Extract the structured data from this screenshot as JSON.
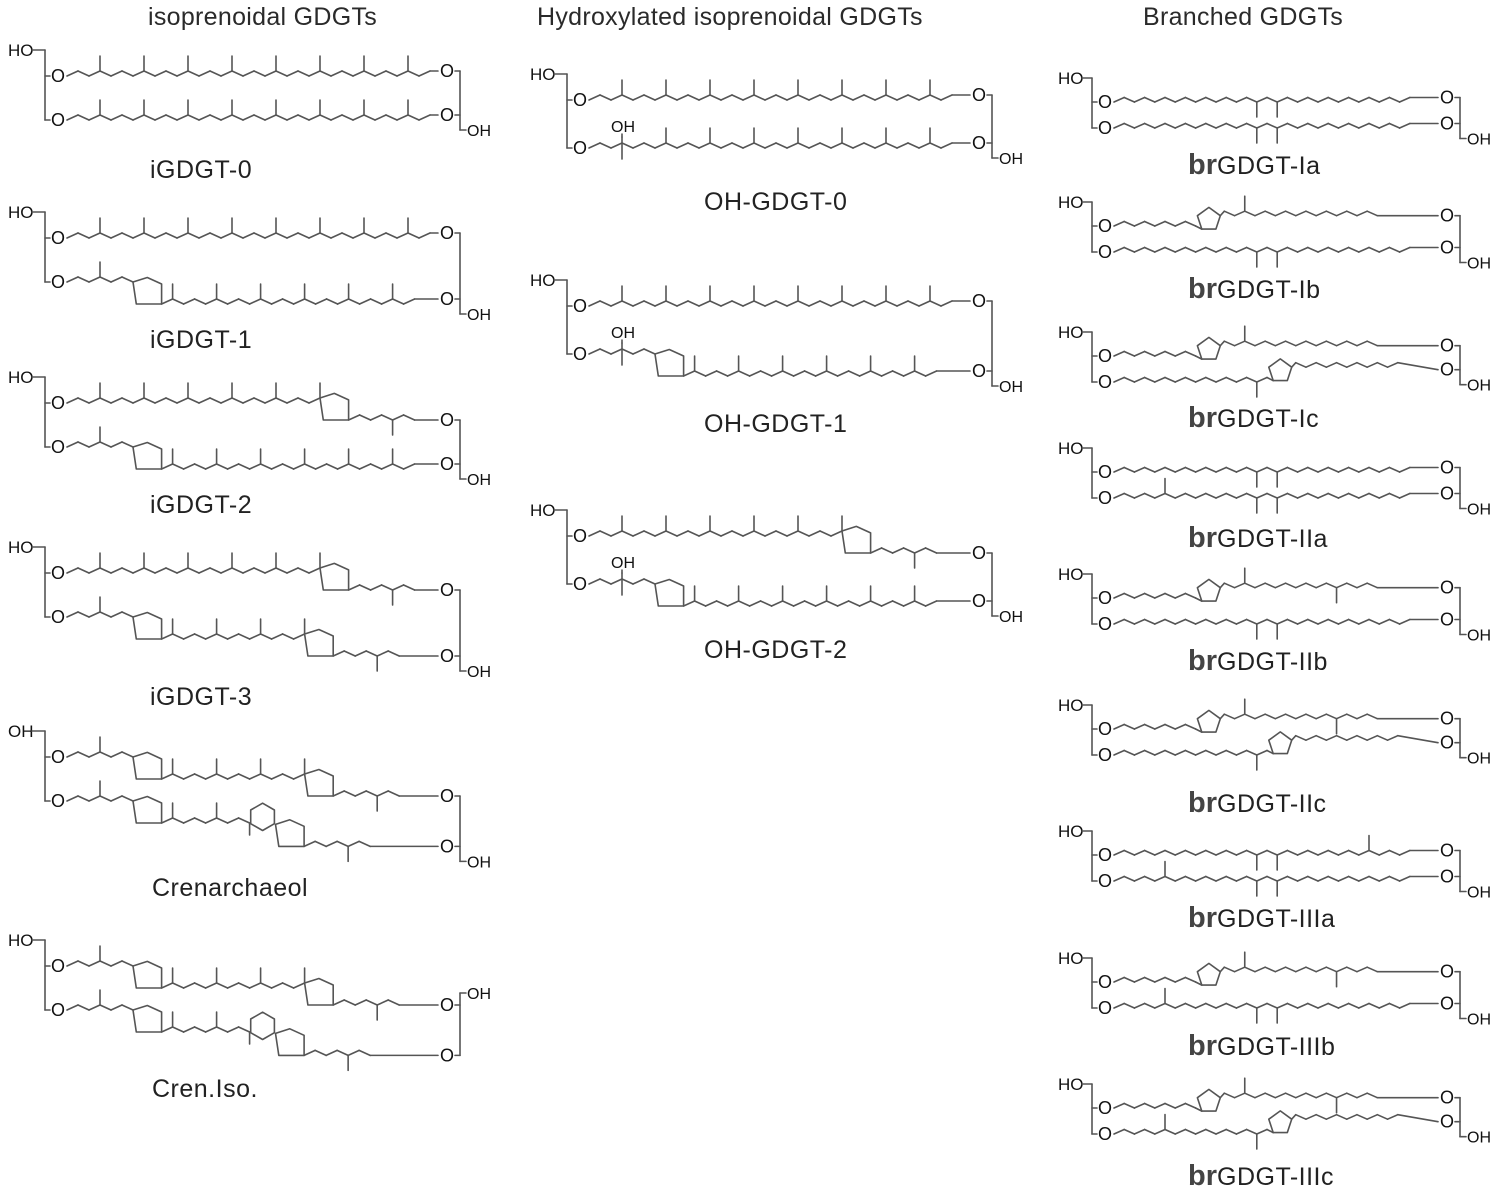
{
  "figure": {
    "line_color": "#555555",
    "text_color": "#222222",
    "columns": [
      {
        "title": "isoprenoidal GDGTs",
        "molecules": [
          {
            "name": "iGDGT-0",
            "head": "HO",
            "tail": "OH",
            "top": [
              "z2",
              "md",
              "z3",
              "md",
              "z3",
              "md",
              "z3",
              "md",
              "z3",
              "mu",
              "z3",
              "mu",
              "z3",
              "mu",
              "z3",
              "mu",
              "z2"
            ],
            "bottom": [
              "z2",
              "md",
              "z3",
              "md",
              "z3",
              "md",
              "z3",
              "md",
              "z3",
              "mu",
              "z3",
              "mu",
              "z3",
              "mu",
              "z3",
              "mu",
              "z2"
            ]
          },
          {
            "name": "iGDGT-1",
            "head": "HO",
            "tail": "OH",
            "top": [
              "z2",
              "md",
              "z3",
              "md",
              "z3",
              "md",
              "z3",
              "md",
              "z3",
              "mu",
              "z3",
              "mu",
              "z3",
              "mu",
              "z3",
              "mu",
              "z2"
            ],
            "bottom": [
              "z2",
              "md",
              "z3",
              "ring5",
              "md",
              "z3",
              "md",
              "z3",
              "mu",
              "z3",
              "mu",
              "z3",
              "mu",
              "z3",
              "mu",
              "z2"
            ]
          },
          {
            "name": "iGDGT-2",
            "head": "HO",
            "tail": "OH",
            "top": [
              "z2",
              "md",
              "z3",
              "md",
              "z3",
              "md",
              "z3",
              "md",
              "z3",
              "mu",
              "z3",
              "mu",
              "ring5",
              "z3",
              "mu",
              "z2"
            ],
            "bottom": [
              "z2",
              "md",
              "z3",
              "ring5",
              "md",
              "z3",
              "md",
              "z3",
              "mu",
              "z3",
              "mu",
              "z3",
              "mu",
              "z3",
              "mu",
              "z2"
            ]
          },
          {
            "name": "iGDGT-3",
            "head": "HO",
            "tail": "OH",
            "top": [
              "z2",
              "md",
              "z3",
              "md",
              "z3",
              "md",
              "z3",
              "md",
              "z3",
              "mu",
              "z3",
              "mu",
              "ring5",
              "z3",
              "mu",
              "z2"
            ],
            "bottom": [
              "z2",
              "md",
              "z3",
              "ring5",
              "md",
              "z3",
              "md",
              "z3",
              "mu",
              "z3",
              "mu",
              "ring5",
              "z3",
              "mu",
              "z2"
            ]
          },
          {
            "name": "Crenarchaeol",
            "head": "OH",
            "tail": "OH",
            "top": [
              "z2",
              "md",
              "z3",
              "ring5",
              "md",
              "z3",
              "md",
              "z3",
              "mu",
              "z3",
              "mu",
              "ring5",
              "z3",
              "mu",
              "z2"
            ],
            "bottom": [
              "z2",
              "md",
              "z3",
              "ring5",
              "md",
              "z3",
              "md",
              "z3",
              "ring6",
              "ring5",
              "z3",
              "mu",
              "z2"
            ]
          },
          {
            "name": "Cren.Iso.",
            "head": "HO",
            "tail": "OH",
            "tail_top": true,
            "top": [
              "z2",
              "md",
              "z3",
              "ring5",
              "md",
              "z3",
              "md",
              "z3",
              "mu",
              "z3",
              "mu",
              "ring5",
              "z3",
              "mu",
              "z2"
            ],
            "bottom": [
              "z2",
              "md",
              "z3",
              "ring5",
              "md",
              "z3",
              "md",
              "z3",
              "ring6",
              "ring5",
              "z3",
              "mu",
              "z2"
            ]
          }
        ]
      },
      {
        "title": "Hydroxylated isoprenoidal GDGTs",
        "molecules": [
          {
            "name": "OH-GDGT-0",
            "head": "HO",
            "tail": "OH",
            "hydroxyl": "OH",
            "top": [
              "z2",
              "md",
              "z3",
              "md",
              "z3",
              "md",
              "z3",
              "md",
              "z3",
              "mu",
              "z3",
              "mu",
              "z3",
              "mu",
              "z3",
              "mu",
              "z2"
            ],
            "bottom": [
              "z2",
              "oh",
              "z3",
              "md",
              "z3",
              "md",
              "z3",
              "md",
              "z3",
              "mu",
              "z3",
              "mu",
              "z3",
              "mu",
              "z3",
              "mu",
              "z2"
            ]
          },
          {
            "name": "OH-GDGT-1",
            "head": "HO",
            "tail": "OH",
            "hydroxyl": "OH",
            "top": [
              "z2",
              "md",
              "z3",
              "md",
              "z3",
              "md",
              "z3",
              "md",
              "z3",
              "mu",
              "z3",
              "mu",
              "z3",
              "mu",
              "z3",
              "mu",
              "z2"
            ],
            "bottom": [
              "z2",
              "oh",
              "z3",
              "ring5",
              "md",
              "z3",
              "md",
              "z3",
              "mu",
              "z3",
              "mu",
              "z3",
              "mu",
              "z3",
              "mu",
              "z2"
            ]
          },
          {
            "name": "OH-GDGT-2",
            "head": "HO",
            "tail": "OH",
            "hydroxyl": "OH",
            "top": [
              "z2",
              "md",
              "z3",
              "md",
              "z3",
              "md",
              "z3",
              "md",
              "z3",
              "mu",
              "z3",
              "mu",
              "ring5",
              "z3",
              "mu",
              "z2"
            ],
            "bottom": [
              "z2",
              "oh",
              "z3",
              "ring5",
              "md",
              "z3",
              "md",
              "z3",
              "mu",
              "z3",
              "mu",
              "z3",
              "mu",
              "z3",
              "mu",
              "z2"
            ]
          }
        ]
      },
      {
        "title": "Branched GDGTs",
        "prefix": "br",
        "molecules": [
          {
            "name": "GDGT-Ia",
            "head": "HO",
            "tail": "OH",
            "top": [
              "z13",
              "md",
              "z1",
              "mu",
              "z13"
            ],
            "bottom": [
              "z13",
              "md",
              "z1",
              "mu",
              "z13"
            ]
          },
          {
            "name": "GDGT-Ib",
            "head": "HO",
            "tail": "OH",
            "top": [
              "z8",
              "ring5u",
              "z1",
              "mu",
              "z13"
            ],
            "bottom": [
              "z13",
              "md",
              "z1",
              "mu",
              "z13"
            ]
          },
          {
            "name": "GDGT-Ic",
            "head": "HO",
            "tail": "OH",
            "top": [
              "z8",
              "ring5u",
              "z1",
              "mu",
              "z13"
            ],
            "bottom": [
              "z13",
              "md",
              "z1",
              "ring5u",
              "z10"
            ]
          },
          {
            "name": "GDGT-IIa",
            "head": "HO",
            "tail": "OH",
            "top": [
              "z13",
              "md",
              "z1",
              "mu",
              "z13"
            ],
            "bottom": [
              "z4",
              "md",
              "z8",
              "md",
              "z1",
              "mu",
              "z13"
            ]
          },
          {
            "name": "GDGT-IIb",
            "head": "HO",
            "tail": "OH",
            "top": [
              "z8",
              "ring5u",
              "z1",
              "mu",
              "z8",
              "mu",
              "z4"
            ],
            "bottom": [
              "z13",
              "md",
              "z1",
              "mu",
              "z13"
            ]
          },
          {
            "name": "GDGT-IIc",
            "head": "HO",
            "tail": "OH",
            "top": [
              "z8",
              "ring5u",
              "z1",
              "mu",
              "z8",
              "mu",
              "z4"
            ],
            "bottom": [
              "z13",
              "md",
              "z1",
              "ring5u",
              "z10"
            ]
          },
          {
            "name": "GDGT-IIIa",
            "head": "HO",
            "tail": "OH",
            "top": [
              "z13",
              "md",
              "z1",
              "mu",
              "z8",
              "mu",
              "z4"
            ],
            "bottom": [
              "z4",
              "md",
              "z8",
              "md",
              "z1",
              "mu",
              "z13"
            ]
          },
          {
            "name": "GDGT-IIIb",
            "head": "HO",
            "tail": "OH",
            "top": [
              "z8",
              "ring5u",
              "z1",
              "mu",
              "z8",
              "mu",
              "z4"
            ],
            "bottom": [
              "z4",
              "md",
              "z8",
              "md",
              "z1",
              "mu",
              "z13"
            ]
          },
          {
            "name": "GDGT-IIIc",
            "head": "HO",
            "tail": "OH",
            "top": [
              "z8",
              "ring5u",
              "z1",
              "mu",
              "z8",
              "mu",
              "z4"
            ],
            "bottom": [
              "z4",
              "md",
              "z8",
              "md",
              "z1",
              "ring5u",
              "z10"
            ]
          }
        ]
      }
    ]
  }
}
